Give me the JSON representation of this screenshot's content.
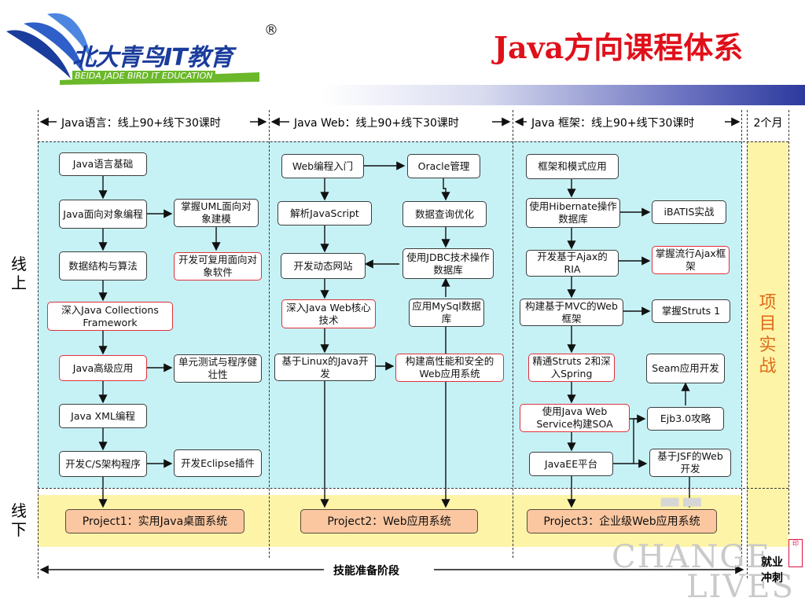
{
  "brand": {
    "name": "北大青鸟IT教育",
    "english": "BEIDA JADE BIRD IT EDUCATION",
    "registered": "®",
    "colors": {
      "blue": "#1a3c9c",
      "green": "#6bb82a",
      "title_red": "#e0101a"
    }
  },
  "title": "Java方向课程体系",
  "phases": [
    {
      "label": "Java语言：线上90+线下30课时"
    },
    {
      "label": "Java Web：线上90+线下30课时"
    },
    {
      "label": "Java 框架：线上90+线下30课时"
    },
    {
      "label": "2个月"
    }
  ],
  "side_labels": {
    "online": "线上",
    "offline": "线下"
  },
  "columns": {
    "java_language": [
      "Java语言基础",
      "Java面向对象编程",
      "掌握UML面向对象建模",
      "数据结构与算法",
      "开发可复用面向对象软件",
      "深入Java Collections Framework",
      "Java高级应用",
      "单元测试与程序健壮性",
      "Java XML编程",
      "开发C/S架构程序",
      "开发Eclipse插件"
    ],
    "java_web": [
      "Web编程入门",
      "Oracle管理",
      "解析JavaScript",
      "数据查询优化",
      "开发动态网站",
      "使用JDBC技术操作数据库",
      "深入Java Web核心技术",
      "应用MySql数据库",
      "基于Linux的Java开发",
      "构建高性能和安全的Web应用系统"
    ],
    "java_framework": [
      "框架和模式应用",
      "使用Hibernate操作数据库",
      "iBATIS实战",
      "开发基于Ajax的RIA",
      "掌握流行Ajax框架",
      "构建基于MVC的Web框架",
      "掌握Struts 1",
      "精通Struts 2和深入Spring",
      "Seam应用开发",
      "使用Java Web Service构建SOA",
      "Ejb3.0攻略",
      "JavaEE平台",
      "基于JSF的Web开发"
    ]
  },
  "projects": [
    "Project1：实用Java桌面系统",
    "Project2：Web应用系统",
    "Project3：企业级Web应用系统"
  ],
  "practice": "项目实战",
  "bottom": {
    "label": "技能准备阶段",
    "job": "就业冲刺"
  },
  "watermark": {
    "line1": "CHANGE",
    "line2": "LIVES"
  }
}
